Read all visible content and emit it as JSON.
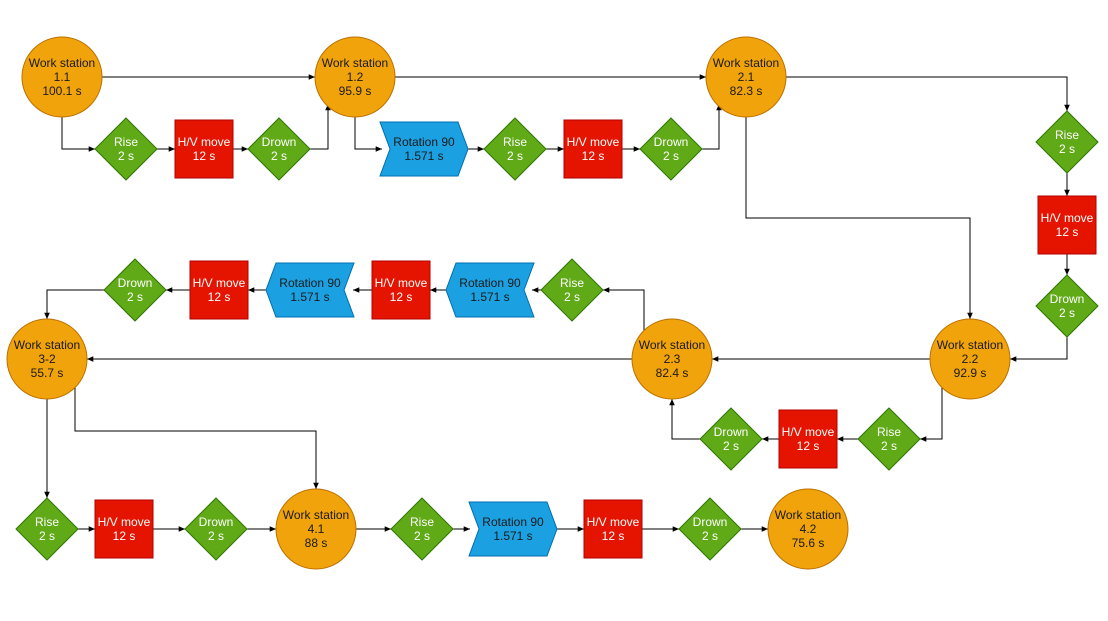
{
  "colors": {
    "station": "#F0A30A",
    "station_stroke": "#BD7000",
    "rise_drown": "#60A917",
    "rise_drown_stroke": "#2D7600",
    "move": "#E51400",
    "move_stroke": "#B20000",
    "rotation": "#1BA1E2",
    "rotation_stroke": "#006EAF"
  },
  "nodes": {
    "ws11": {
      "kind": "station",
      "lines": [
        "Work station",
        "1.1",
        "100.1 s"
      ]
    },
    "ws12": {
      "kind": "station",
      "lines": [
        "Work station",
        "1.2",
        "95.9 s"
      ]
    },
    "ws21": {
      "kind": "station",
      "lines": [
        "Work station",
        "2.1",
        "82.3 s"
      ]
    },
    "ws22": {
      "kind": "station",
      "lines": [
        "Work station",
        "2.2",
        "92.9 s"
      ]
    },
    "ws23": {
      "kind": "station",
      "lines": [
        "Work station",
        "2.3",
        "82.4 s"
      ]
    },
    "ws32": {
      "kind": "station",
      "lines": [
        "Work station",
        "3-2",
        "55.7 s"
      ]
    },
    "ws41": {
      "kind": "station",
      "lines": [
        "Work station",
        "4.1",
        "88 s"
      ]
    },
    "ws42": {
      "kind": "station",
      "lines": [
        "Work station",
        "4.2",
        "75.6 s"
      ]
    },
    "r1": {
      "kind": "rise",
      "lines": [
        "Rise",
        "2 s"
      ]
    },
    "m1": {
      "kind": "move",
      "lines": [
        "H/V move",
        "12 s"
      ]
    },
    "d1": {
      "kind": "drown",
      "lines": [
        "Drown",
        "2 s"
      ]
    },
    "rot1": {
      "kind": "rotation",
      "lines": [
        "Rotation 90",
        "1.571 s"
      ]
    },
    "r2": {
      "kind": "rise",
      "lines": [
        "Rise",
        "2 s"
      ]
    },
    "m2": {
      "kind": "move",
      "lines": [
        "H/V move",
        "12 s"
      ]
    },
    "d2": {
      "kind": "drown",
      "lines": [
        "Drown",
        "2 s"
      ]
    },
    "r3": {
      "kind": "rise",
      "lines": [
        "Rise",
        "2 s"
      ]
    },
    "m3": {
      "kind": "move",
      "lines": [
        "H/V move",
        "12 s"
      ]
    },
    "d3": {
      "kind": "drown",
      "lines": [
        "Drown",
        "2 s"
      ]
    },
    "r4": {
      "kind": "rise",
      "lines": [
        "Rise",
        "2 s"
      ]
    },
    "m4": {
      "kind": "move",
      "lines": [
        "H/V move",
        "12 s"
      ]
    },
    "d4": {
      "kind": "drown",
      "lines": [
        "Drown",
        "2 s"
      ]
    },
    "r5": {
      "kind": "rise",
      "lines": [
        "Rise",
        "2 s"
      ]
    },
    "rot5": {
      "kind": "rotation",
      "lines": [
        "Rotation 90",
        "1.571 s"
      ]
    },
    "m5": {
      "kind": "move",
      "lines": [
        "H/V move",
        "12 s"
      ]
    },
    "rot6": {
      "kind": "rotation",
      "lines": [
        "Rotation 90",
        "1.571 s"
      ]
    },
    "m6": {
      "kind": "move",
      "lines": [
        "H/V move",
        "12 s"
      ]
    },
    "d6": {
      "kind": "drown",
      "lines": [
        "Drown",
        "2 s"
      ]
    },
    "r7": {
      "kind": "rise",
      "lines": [
        "Rise",
        "2 s"
      ]
    },
    "m7": {
      "kind": "move",
      "lines": [
        "H/V move",
        "12 s"
      ]
    },
    "d7": {
      "kind": "drown",
      "lines": [
        "Drown",
        "2 s"
      ]
    },
    "r8": {
      "kind": "rise",
      "lines": [
        "Rise",
        "2 s"
      ]
    },
    "rot8": {
      "kind": "rotation",
      "lines": [
        "Rotation 90",
        "1.571 s"
      ]
    },
    "m8": {
      "kind": "move",
      "lines": [
        "H/V move",
        "12 s"
      ]
    },
    "d8": {
      "kind": "drown",
      "lines": [
        "Drown",
        "2 s"
      ]
    }
  },
  "edges": [
    [
      "ws11",
      "ws12"
    ],
    [
      "ws11",
      "r1"
    ],
    [
      "r1",
      "m1"
    ],
    [
      "m1",
      "d1"
    ],
    [
      "d1",
      "ws12"
    ],
    [
      "ws12",
      "ws21"
    ],
    [
      "ws12",
      "rot1"
    ],
    [
      "rot1",
      "r2"
    ],
    [
      "r2",
      "m2"
    ],
    [
      "m2",
      "d2"
    ],
    [
      "d2",
      "ws21"
    ],
    [
      "ws21",
      "r3"
    ],
    [
      "r3",
      "m3"
    ],
    [
      "m3",
      "d3"
    ],
    [
      "d3",
      "ws22"
    ],
    [
      "ws21",
      "ws22"
    ],
    [
      "ws22",
      "ws23"
    ],
    [
      "ws22",
      "r4"
    ],
    [
      "r4",
      "m4"
    ],
    [
      "m4",
      "d4"
    ],
    [
      "d4",
      "ws23"
    ],
    [
      "ws23",
      "ws32"
    ],
    [
      "ws23",
      "r5"
    ],
    [
      "r5",
      "rot5"
    ],
    [
      "rot5",
      "m5"
    ],
    [
      "m5",
      "rot6"
    ],
    [
      "rot6",
      "m6"
    ],
    [
      "m6",
      "d6"
    ],
    [
      "d6",
      "ws32"
    ],
    [
      "ws32",
      "r7"
    ],
    [
      "ws32",
      "ws41"
    ],
    [
      "r7",
      "m7"
    ],
    [
      "m7",
      "d7"
    ],
    [
      "d7",
      "ws41"
    ],
    [
      "ws41",
      "r8"
    ],
    [
      "r8",
      "rot8"
    ],
    [
      "rot8",
      "m8"
    ],
    [
      "m8",
      "d8"
    ],
    [
      "d8",
      "ws42"
    ]
  ]
}
